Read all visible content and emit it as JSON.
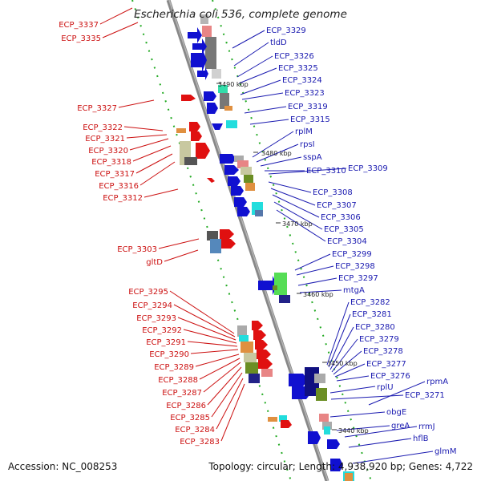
{
  "title": "Escherichia coli 536, complete genome",
  "accession": "Accession: NC_008253",
  "summary": "Topology: circular; Length: 4,938,920 bp; Genes: 4,722",
  "ticks": [
    "3490 kbp",
    "3480 kbp",
    "3470 kbp",
    "3460 kbp",
    "3450 kbp",
    "3440 kbp"
  ],
  "labels_left": [
    "ECP_3337",
    "ECP_3335",
    "ECP_3327",
    "ECP_3322",
    "ECP_3321",
    "ECP_3320",
    "ECP_3318",
    "ECP_3317",
    "ECP_3316",
    "ECP_3312",
    "ECP_3303",
    "gltD",
    "ECP_3295",
    "ECP_3294",
    "ECP_3293",
    "ECP_3292",
    "ECP_3291",
    "ECP_3290",
    "ECP_3289",
    "ECP_3288",
    "ECP_3287",
    "ECP_3286",
    "ECP_3285",
    "ECP_3284",
    "ECP_3283"
  ],
  "labels_right": [
    "ECP_3329",
    "tldD",
    "ECP_3326",
    "ECP_3325",
    "ECP_3324",
    "ECP_3323",
    "ECP_3319",
    "ECP_3315",
    "rplM",
    "rpsI",
    "sspA",
    "ECP_3310",
    "ECP_3309",
    "ECP_3308",
    "ECP_3307",
    "ECP_3306",
    "ECP_3305",
    "ECP_3304",
    "ECP_3299",
    "ECP_3298",
    "ECP_3297",
    "mtgA",
    "ECP_3282",
    "ECP_3281",
    "ECP_3280",
    "ECP_3279",
    "ECP_3278",
    "ECP_3277",
    "ECP_3276",
    "rplU",
    "ECP_3271",
    "rpmA",
    "obgE",
    "greA",
    "rrmJ",
    "hflB",
    "glmM"
  ],
  "colors": {
    "forward": "#e01010",
    "reverse": "#1010d0",
    "backbone": "#888888",
    "gc": "#22aa22"
  }
}
